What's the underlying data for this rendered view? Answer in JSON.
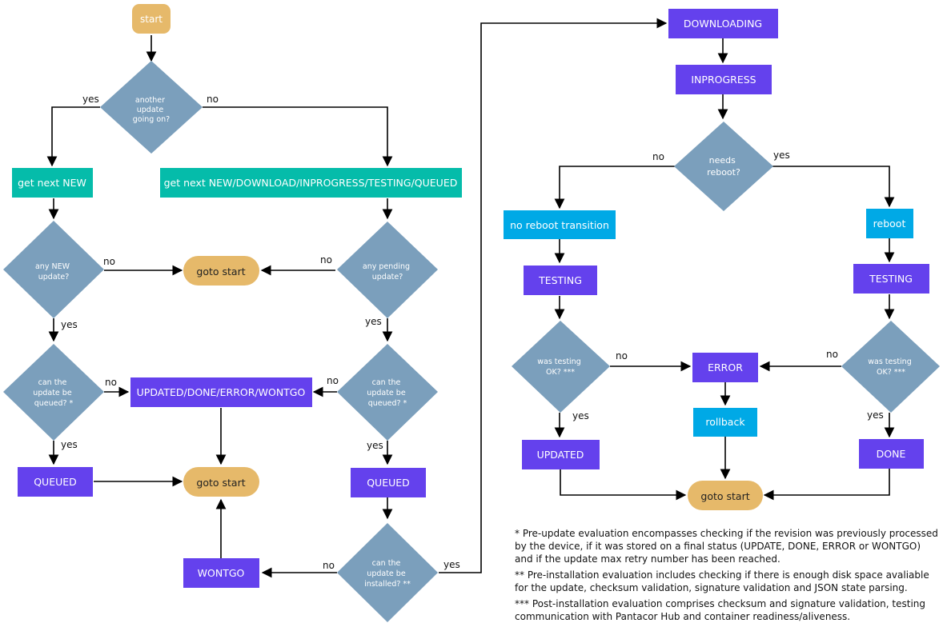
{
  "colors": {
    "terminal": "#e6b96a",
    "decision": "#7b9fbc",
    "state": "#6441ed",
    "action_teal": "#05bcaa",
    "action_cyan": "#00a9e6",
    "edge": "#000000"
  },
  "nodes": {
    "start": "start",
    "another_update": [
      "another",
      "update",
      "going on?"
    ],
    "get_next_new": "get next NEW",
    "get_next_all": "get next NEW/DOWNLOAD/INPROGRESS/TESTING/QUEUED",
    "any_new": [
      "any NEW",
      "update?"
    ],
    "any_pending": [
      "any pending",
      "update?"
    ],
    "goto_start_1": "goto start",
    "can_queue_left": [
      "can the",
      "update be",
      "queued? *"
    ],
    "can_queue_right": [
      "can the",
      "update be",
      "queued? *"
    ],
    "final_states": "UPDATED/DONE/ERROR/WONTGO",
    "queued_left": "QUEUED",
    "queued_right": "QUEUED",
    "goto_start_2": "goto start",
    "wontgo": "WONTGO",
    "can_install": [
      "can the",
      "update be",
      "installed? **"
    ],
    "downloading": "DOWNLOADING",
    "inprogress": "INPROGRESS",
    "needs_reboot": [
      "needs",
      "reboot?"
    ],
    "no_reboot_transition": "no reboot transition",
    "reboot": "reboot",
    "testing_left": "TESTING",
    "testing_right": "TESTING",
    "testing_ok_left": [
      "was testing",
      "OK? ***"
    ],
    "testing_ok_right": [
      "was testing",
      "OK? ***"
    ],
    "error": "ERROR",
    "rollback": "rollback",
    "updated": "UPDATED",
    "done": "DONE",
    "goto_start_3": "goto start"
  },
  "edge_labels": {
    "yes": "yes",
    "no": "no"
  },
  "notes": [
    "* Pre-update evaluation encompasses checking if the revision was previously processed by the device, if it was stored on a final status (UPDATE, DONE, ERROR or WONTGO) and if the update max retry number has been reached.",
    "** Pre-installation evaluation includes checking if there is enough disk space avaliable for the update, checksum validation, signature validation and JSON state parsing.",
    "*** Post-installation evaluation comprises checksum and  signature validation, testing communication with Pantacor Hub and container readiness/aliveness."
  ]
}
